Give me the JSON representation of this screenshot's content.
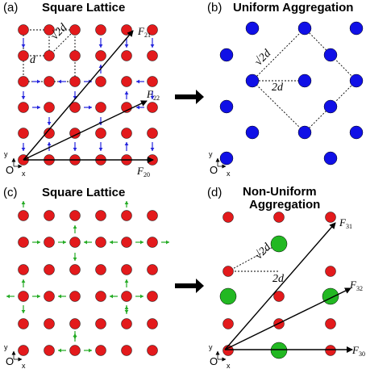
{
  "panels": [
    {
      "tag": "(a)",
      "title": "Square Lattice"
    },
    {
      "tag": "(b)",
      "title": "Uniform Aggregation"
    },
    {
      "tag": "(c)",
      "title": "Square Lattice"
    },
    {
      "tag": "(d)",
      "title_line1": "Non-Uniform",
      "title_line2": "Aggregation"
    }
  ],
  "labels": {
    "sqrt2d": "√2d",
    "d": "d",
    "two_d": "2d",
    "origin": "O",
    "axis_x": "x",
    "axis_y": "y"
  },
  "forces": {
    "F": "F",
    "a": [
      "21",
      "22",
      "20"
    ],
    "d": [
      "31",
      "32",
      "30"
    ]
  },
  "colors": {
    "lattice": "#e31a1c",
    "uniform": "#1010e6",
    "large_aggregate": "#22b822",
    "arrow_blue": "#2222dd",
    "arrow_green": "#22aa22",
    "black": "#000000"
  }
}
